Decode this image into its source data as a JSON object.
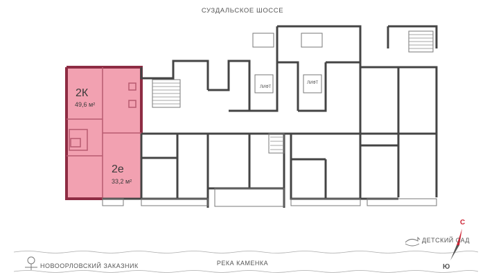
{
  "labels": {
    "road": "СУЗДАЛЬСКОЕ ШОССЕ",
    "river": "РЕКА КАМЕНКА",
    "reserve": "НОВООРЛОВСКИЙ ЗАКАЗНИК",
    "kindergarten": "ДЕТСКИЙ САД",
    "lift": "ЛИФТ"
  },
  "compass": {
    "north": "С",
    "south": "Ю"
  },
  "apartments": [
    {
      "code": "2К",
      "area": "49,6 м²",
      "highlighted": true
    },
    {
      "code": "2е",
      "area": "33,2 м²",
      "highlighted": false
    }
  ],
  "colors": {
    "wall": "#444444",
    "highlight_fill": "#f2a1b1",
    "highlight_wall": "#8e2c43",
    "compass_red": "#cc2233",
    "water_line": "#9a9a9a"
  }
}
